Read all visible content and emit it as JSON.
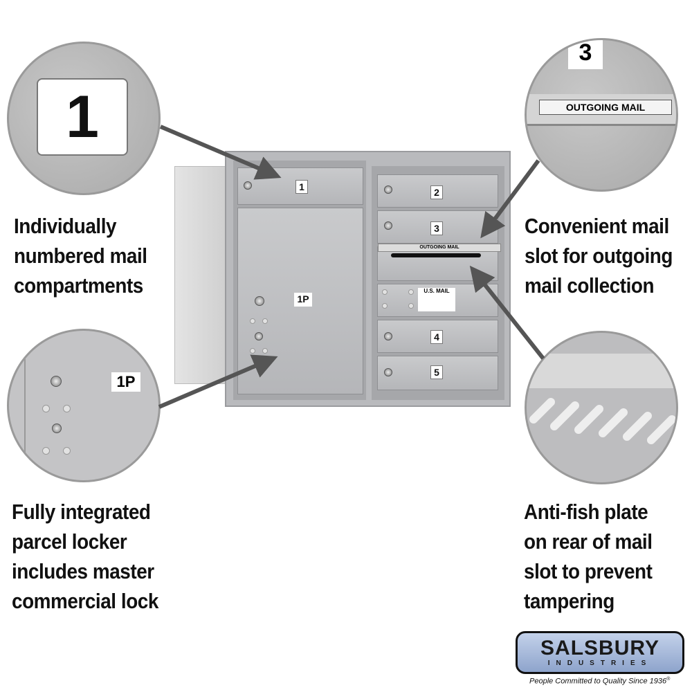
{
  "callouts": {
    "top_left": {
      "badge": "1",
      "lines": [
        "Individually",
        "numbered mail",
        "compartments"
      ]
    },
    "bottom_left": {
      "badge": "1P",
      "lines": [
        "Fully integrated",
        "parcel locker",
        "includes master",
        "commercial lock"
      ]
    },
    "top_right": {
      "badge": "3",
      "label": "OUTGOING MAIL",
      "lines": [
        "Convenient mail",
        "slot for outgoing",
        "mail collection"
      ]
    },
    "bottom_right": {
      "lines": [
        "Anti-fish plate",
        "on rear of mail",
        "slot to prevent",
        "tampering"
      ]
    }
  },
  "mailbox": {
    "doors": [
      "1",
      "2",
      "3",
      "4",
      "5"
    ],
    "parcel": "1P",
    "outgoing_label": "OUTGOING MAIL",
    "usmail_label": "U.S. MAIL"
  },
  "logo": {
    "name": "SALSBURY",
    "sub": "INDUSTRIES",
    "tagline": "People Committed to Quality Since 1936",
    "reg": "®"
  },
  "colors": {
    "arrow": "#555555",
    "logo_blue": "#9fb4d8"
  }
}
